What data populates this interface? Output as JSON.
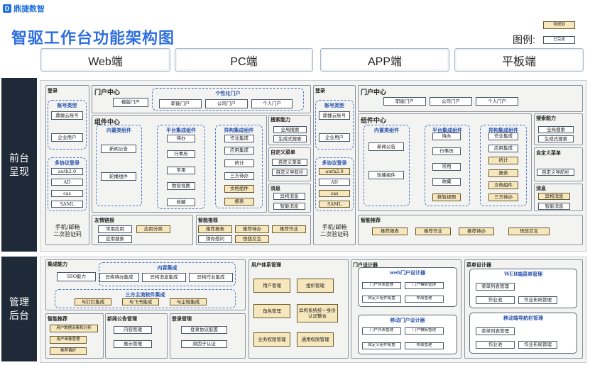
{
  "logo": {
    "mark": "D",
    "name": "鼎捷数智"
  },
  "title": "智驱工作台功能架构图",
  "legend": {
    "label": "图例:",
    "planned": "待规划",
    "done": "已完成",
    "planned_color": "#f7e7bd",
    "done_color": "#ffffff"
  },
  "platforms": [
    "Web端",
    "PC端",
    "APP端",
    "平板端"
  ],
  "side": {
    "front": "前台\n呈现",
    "back": "管理\n后台"
  },
  "web": {
    "login": {
      "title": "登录",
      "account_type": "账号类型",
      "dingjie": "鼎捷云账号",
      "enterprise": "企业用户",
      "multi": "多协议登录",
      "protocols": [
        "auth2.0",
        "AD",
        "cas",
        "SAML"
      ],
      "phone": "手机/邮箱\n二次验证码"
    },
    "portal": {
      "title": "门户中心",
      "template": "模版门户",
      "personal_title": "个性化门户",
      "personal": [
        "职能门户",
        "公司门户",
        "个人门户"
      ]
    },
    "component": {
      "title": "组件中心",
      "builtin": {
        "title": "内置类组件",
        "items": [
          "新闻公告",
          "轮播组件"
        ]
      },
      "platform": {
        "title": "平台集成组件",
        "items": [
          "待办",
          "行事历",
          "常用",
          "数智视图",
          "收藏"
        ]
      },
      "hetero": {
        "title": "异构集成组件",
        "items": [
          "作业集成",
          "应用集成",
          "统计",
          "三方待办",
          "文档组件",
          "报表"
        ]
      }
    },
    "search": {
      "title": "搜索能力",
      "items": [
        "全局搜索",
        "生成式搜索"
      ]
    },
    "custom": {
      "title": "自定义菜单",
      "items": [
        "自定义菜单",
        "自定义导航栏"
      ]
    },
    "msg": {
      "title": "消息",
      "items": [
        "异构消息",
        "智能消息"
      ]
    },
    "friend": {
      "title": "友情链接",
      "items": [
        "常用应用",
        "应用分类",
        "应用搜索"
      ]
    },
    "smart": {
      "title": "智能推荐",
      "items": [
        "推荐报表",
        "推荐待办",
        "推荐作业",
        "猜你想问",
        "悟悠交互"
      ]
    }
  },
  "app": {
    "login": {
      "title": "登录",
      "account_type": "账号类型",
      "dingjie": "鼎捷云账号",
      "enterprise": "企业用户",
      "multi": "多协议登录",
      "protocols": [
        "auth2.0",
        "AD",
        "cas",
        "SAML"
      ],
      "phone": "手机/邮箱\n二次验证码"
    },
    "portal": {
      "title": "门户中心",
      "items": [
        "职能门户",
        "公司门户",
        "个人门户"
      ]
    },
    "component": {
      "title": "组件中心",
      "builtin": {
        "title": "内置类组件",
        "items": [
          "新闻公告",
          "轮播组件"
        ]
      },
      "platform": {
        "title": "平台集成组件",
        "items": [
          "待办",
          "行事历",
          "常用",
          "收藏",
          "数智视图"
        ]
      },
      "hetero": {
        "title": "异构集成组件",
        "items": [
          "作业集成",
          "应用集成",
          "统计",
          "报表",
          "文档组件",
          "三方待办"
        ]
      }
    },
    "search": {
      "title": "搜索能力",
      "items": [
        "全局搜索",
        "生成式搜索"
      ]
    },
    "custom": {
      "title": "自定义菜单",
      "items": [
        "自定义导航栏"
      ]
    },
    "msg": {
      "title": "消息",
      "items": [
        "异构消息",
        "智能消息"
      ]
    },
    "smart": {
      "title": "智能推荐",
      "items": [
        "推荐报表",
        "推荐作业",
        "推荐待办",
        "悟悠交互"
      ]
    }
  },
  "admin": {
    "integration": {
      "title": "集成能力",
      "sso": "SSO能力",
      "content_title": "内容集成",
      "content": [
        "异构待办集成",
        "异构消息集成",
        "异构作业集成"
      ],
      "third_title": "三方主流软件集成",
      "third": [
        "与钉钉集成",
        "与飞书集成",
        "与企微集成"
      ]
    },
    "smart": {
      "title": "智能推荐",
      "items": [
        "用户数据采集和分析",
        "用户画像管理",
        "推荐偏好"
      ]
    },
    "news": {
      "title": "新闻公告管理",
      "items": [
        "内容管理",
        "展示管理"
      ]
    },
    "login": {
      "title": "登录管理",
      "items": [
        "登录协议配置",
        "双因子认证"
      ]
    },
    "user": {
      "title": "用户体系管理",
      "items": [
        "用户管理",
        "组织管理",
        "角色管理",
        "异构系统统一身份认证整合",
        "业务权限管理",
        "通用权限管理"
      ]
    },
    "portal": {
      "title": "门户设计器",
      "web_title": "web门户设计器",
      "web": [
        "门户列表管理",
        "门户模板管理",
        "自定义组件配置",
        "布局管理"
      ],
      "mobile_title": "移动门户设计器",
      "mobile": [
        "门户列表管理",
        "门户模板管理",
        "自定义组件配置",
        "布局管理"
      ]
    },
    "menu": {
      "title": "菜单设计器",
      "web_title": "WEB端菜单管理",
      "web": [
        "菜单列表管理",
        "作业池",
        "作业布局管理"
      ],
      "mobile_title": "移动端导航栏管理",
      "mobile": [
        "菜单列表管理",
        "作业池",
        "作业布局管理"
      ]
    }
  }
}
